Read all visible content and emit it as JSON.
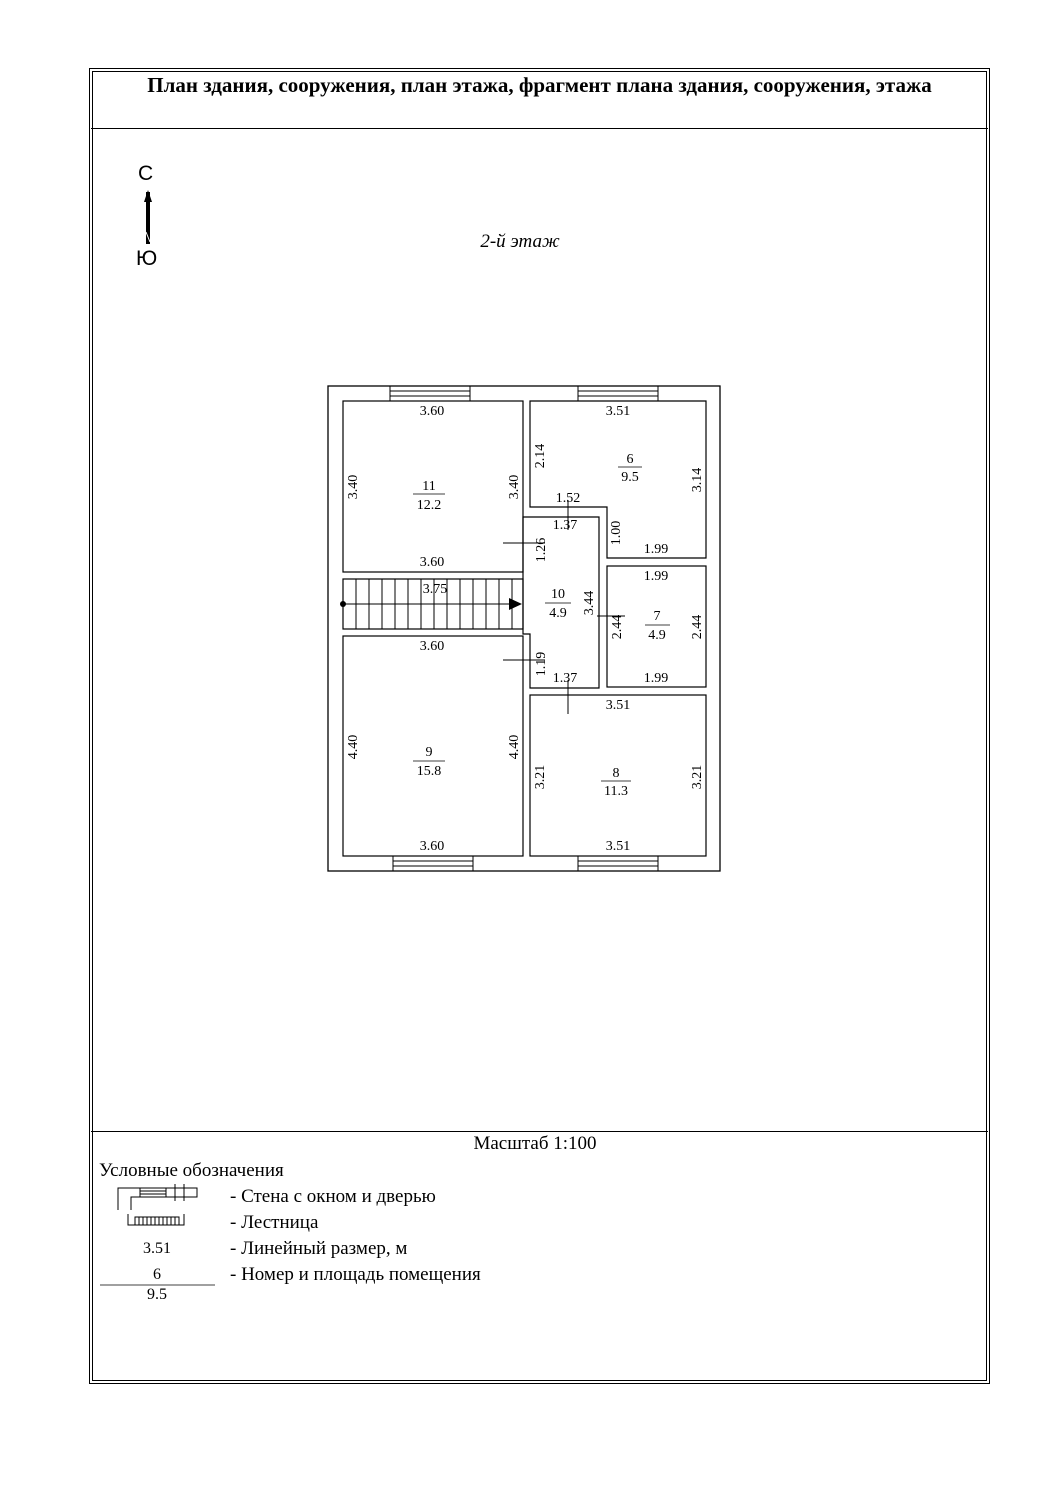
{
  "header": {
    "title": "План здания, сооружения, план этажа, фрагмент плана здания, сооружения, этажа"
  },
  "compass": {
    "north": "С",
    "south": "Ю"
  },
  "floor_label": "2-й этаж",
  "plan": {
    "rooms": [
      {
        "number": "11",
        "area": "12.2"
      },
      {
        "number": "6",
        "area": "9.5"
      },
      {
        "number": "10",
        "area": "4.9"
      },
      {
        "number": "7",
        "area": "4.9"
      },
      {
        "number": "9",
        "area": "15.8"
      },
      {
        "number": "8",
        "area": "11.3"
      }
    ],
    "dimensions": {
      "r11_top": "3.60",
      "r11_left": "3.40",
      "r11_right": "3.40",
      "r11_bottom": "3.60",
      "r6_top": "3.51",
      "r6_left": "2.14",
      "r6_right": "3.14",
      "r6_notch_top": "1.52",
      "r6_notch_side": "1.00",
      "r6_bottom": "1.99",
      "corr_top": "1.37",
      "corr_door_top": "1.26",
      "stairs": "3.75",
      "corr_mid": "3.44",
      "corr_door_bottom": "1.19",
      "corr_bottom": "1.37",
      "r7_top": "1.99",
      "r7_left": "2.44",
      "r7_right": "2.44",
      "r7_bottom": "1.99",
      "r9_top": "3.60",
      "r9_left": "4.40",
      "r9_right": "4.40",
      "r9_bottom": "3.60",
      "r8_top": "3.51",
      "r8_left": "3.21",
      "r8_right": "3.21",
      "r8_bottom": "3.51"
    }
  },
  "scale": "Масштаб 1:100",
  "legend": {
    "title": "Условные обозначения",
    "items": [
      {
        "text": "- Стена с окном и дверью"
      },
      {
        "text": "- Лестница"
      },
      {
        "text": "- Линейный размер, м",
        "sample": "3.51"
      },
      {
        "text": "- Номер и площадь помещения",
        "sample_number": "6",
        "sample_area": "9.5"
      }
    ]
  }
}
